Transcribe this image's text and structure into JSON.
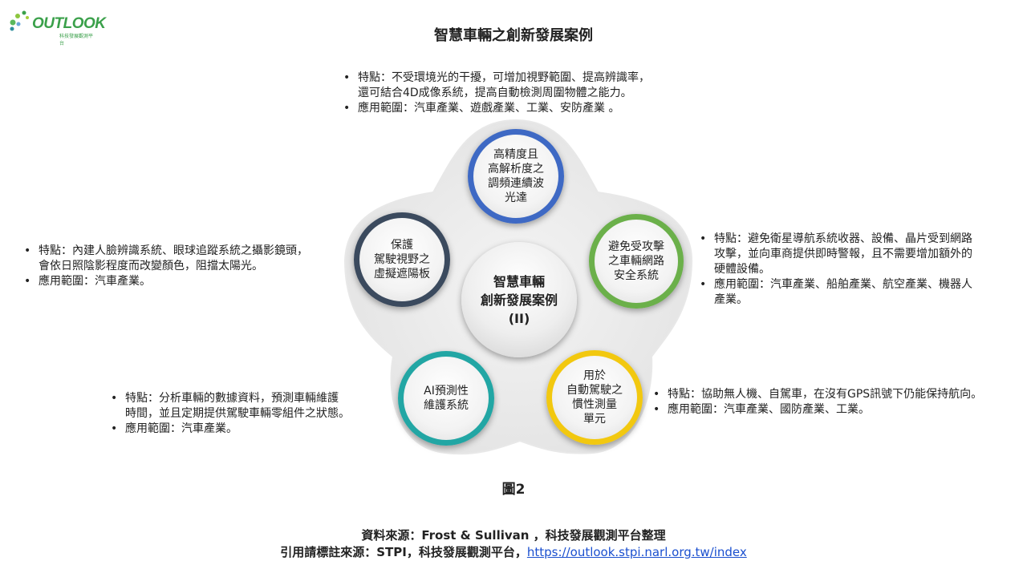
{
  "logo": {
    "text": "OUTLOOK",
    "sub": "科技發展觀測平台",
    "brand_color": "#3aa04a"
  },
  "title": "智慧車輛之創新發展案例",
  "center": {
    "label": "智慧車輛\n創新發展案例\n(II)"
  },
  "nodes": {
    "top": {
      "label": "高精度且\n高解析度之\n調頻連續波\n光達",
      "color": "#3e69c4"
    },
    "right": {
      "label": "避免受攻擊\n之車輛網路\n安全系統",
      "color": "#6bb04a"
    },
    "left": {
      "label": "保護\n駕駛視野之\n虛擬遮陽板",
      "color": "#3b4a5e"
    },
    "bottom_left": {
      "label": "AI預測性\n維護系統",
      "color": "#22a6a4"
    },
    "bottom_right": {
      "label": "用於\n自動駕駛之\n慣性測量\n單元",
      "color": "#f2c80f"
    }
  },
  "descriptions": {
    "top": {
      "feature_1": "特點：不受環境光的干擾，可增加視野範圍、提高辨識率，",
      "feature_2": "還可結合4D成像系統，提高自動檢測周圍物體之能力。",
      "application": "應用範圍：汽車產業、遊戲產業、工業、安防產業  。"
    },
    "right": {
      "feature_1": "特點：避免衛星導航系統收器、設備、晶片受到網路",
      "feature_2": "攻擊，並向車商提供即時警報，且不需要增加額外的",
      "feature_3": "硬體設備。",
      "application_1": "應用範圍：汽車產業、船舶產業、航空產業、機器人",
      "application_2": "產業。"
    },
    "left": {
      "feature_1": "特點：內建人臉辨識系統、眼球追蹤系統之攝影鏡頭，",
      "feature_2": "會依日照陰影程度而改變顏色，阻擋太陽光。",
      "application": "應用範圍：汽車產業。"
    },
    "bottom_left": {
      "feature_1": "特點：分析車輛的數據資料，預測車輛維護",
      "feature_2": "時間，並且定期提供駕駛車輛零組件之狀態。",
      "application": "應用範圍：汽車產業。"
    },
    "bottom_right": {
      "feature": "特點：協助無人機、自駕車，在沒有GPS訊號下仍能保持航向。",
      "application": "應用範圍：汽車產業、國防產業、工業。"
    }
  },
  "figure_label": "圖2",
  "source": {
    "line1": "資料來源：Frost & Sullivan  ，科技發展觀測平台整理",
    "line2_prefix": "引用請標註來源：STPI，科技發展觀測平台，",
    "link": "https://outlook.stpi.narl.org.tw/index"
  }
}
